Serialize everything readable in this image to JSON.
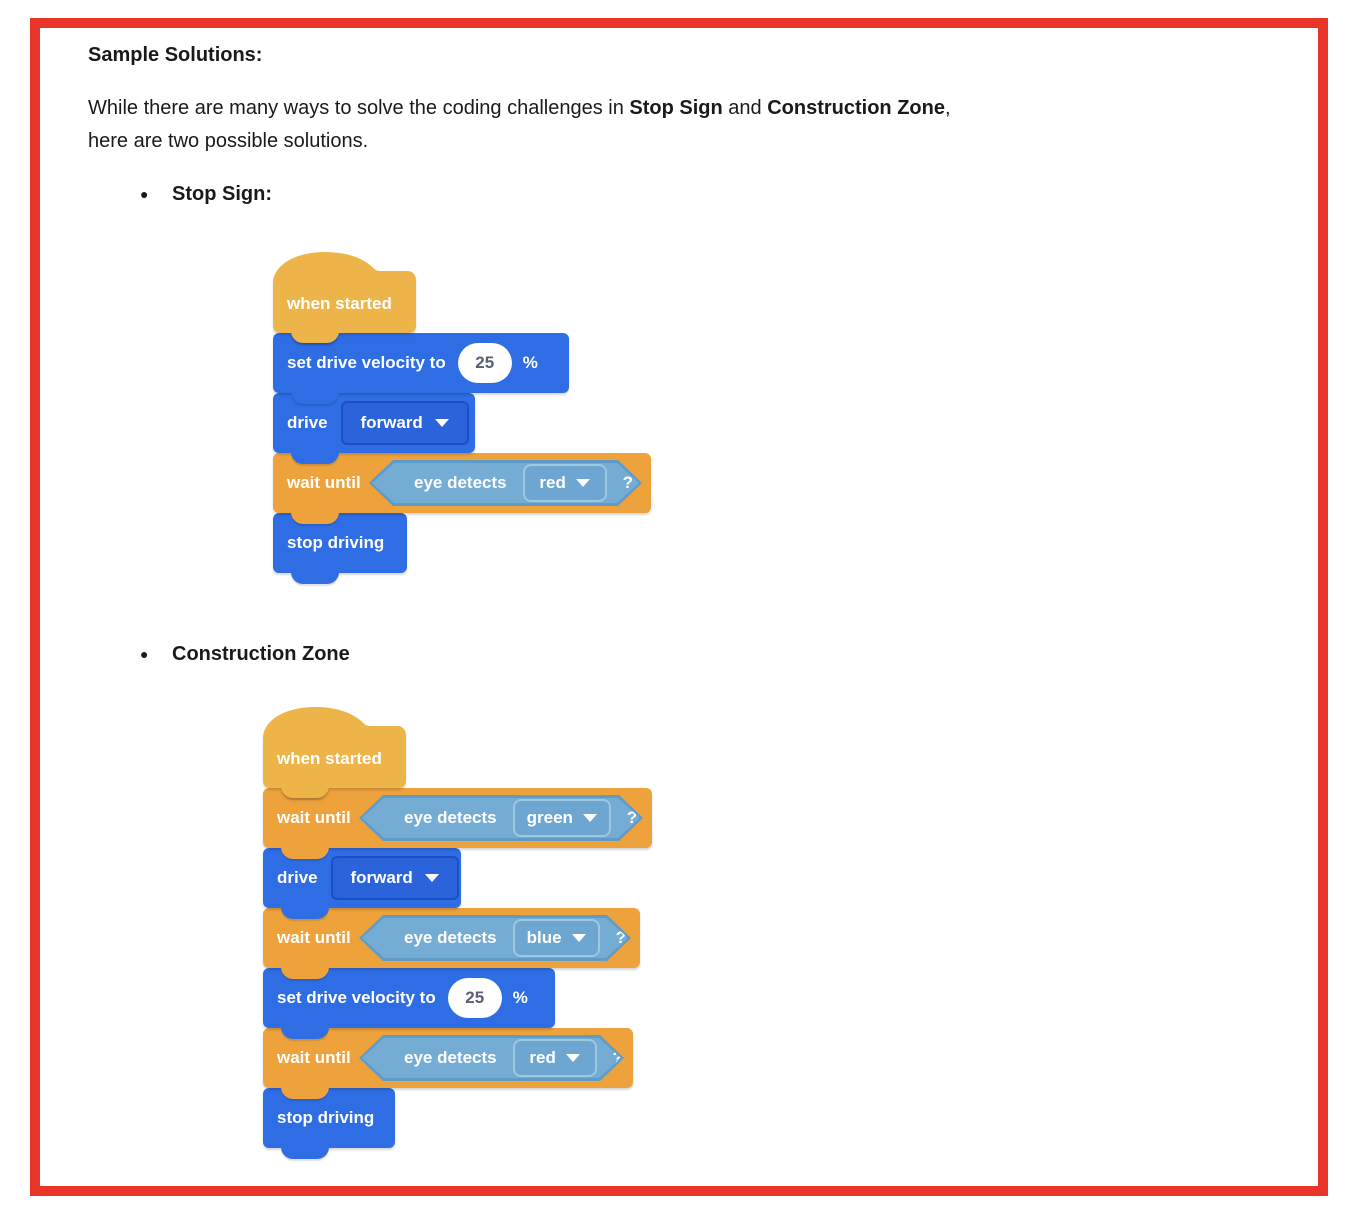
{
  "frame": {
    "border_color": "#e93528"
  },
  "document": {
    "heading": "Sample Solutions:",
    "intro_line1": {
      "t1": "While there are many ways to solve the coding challenges in ",
      "b1": "Stop Sign",
      "t2": " and ",
      "b2": "Construction Zone",
      "t3": ","
    },
    "intro_line2": "here are two possible solutions."
  },
  "icons": {
    "bullet": "●",
    "dropdown_caret": "caret-down"
  },
  "colors": {
    "block_blue": "#2e6de4",
    "block_orange": "#eda23c",
    "hat_orange": "#edb44a",
    "hexagon_fill": "#74acd4",
    "hexagon_border": "#5e9bc7",
    "value_text": "#575e75"
  },
  "stacks": [
    {
      "title": "Stop Sign:",
      "blocks": [
        {
          "type": "hat",
          "label": "when started"
        },
        {
          "type": "set_velocity",
          "label": "set drive velocity to",
          "value": "25",
          "unit": "%"
        },
        {
          "type": "drive",
          "label": "drive",
          "dropdown": "forward"
        },
        {
          "type": "wait_until",
          "label": "wait until",
          "condition": "eye detects",
          "dropdown": "red",
          "suffix": "?"
        },
        {
          "type": "stop",
          "label": "stop driving"
        }
      ]
    },
    {
      "title": "Construction Zone",
      "blocks": [
        {
          "type": "hat",
          "label": "when started"
        },
        {
          "type": "wait_until",
          "label": "wait until",
          "condition": "eye detects",
          "dropdown": "green",
          "suffix": "?"
        },
        {
          "type": "drive",
          "label": "drive",
          "dropdown": "forward"
        },
        {
          "type": "wait_until",
          "label": "wait until",
          "condition": "eye detects",
          "dropdown": "blue",
          "suffix": "?"
        },
        {
          "type": "set_velocity",
          "label": "set drive velocity to",
          "value": "25",
          "unit": "%"
        },
        {
          "type": "wait_until",
          "label": "wait until",
          "condition": "eye detects",
          "dropdown": "red",
          "suffix": "?"
        },
        {
          "type": "stop",
          "label": "stop driving"
        }
      ]
    }
  ]
}
